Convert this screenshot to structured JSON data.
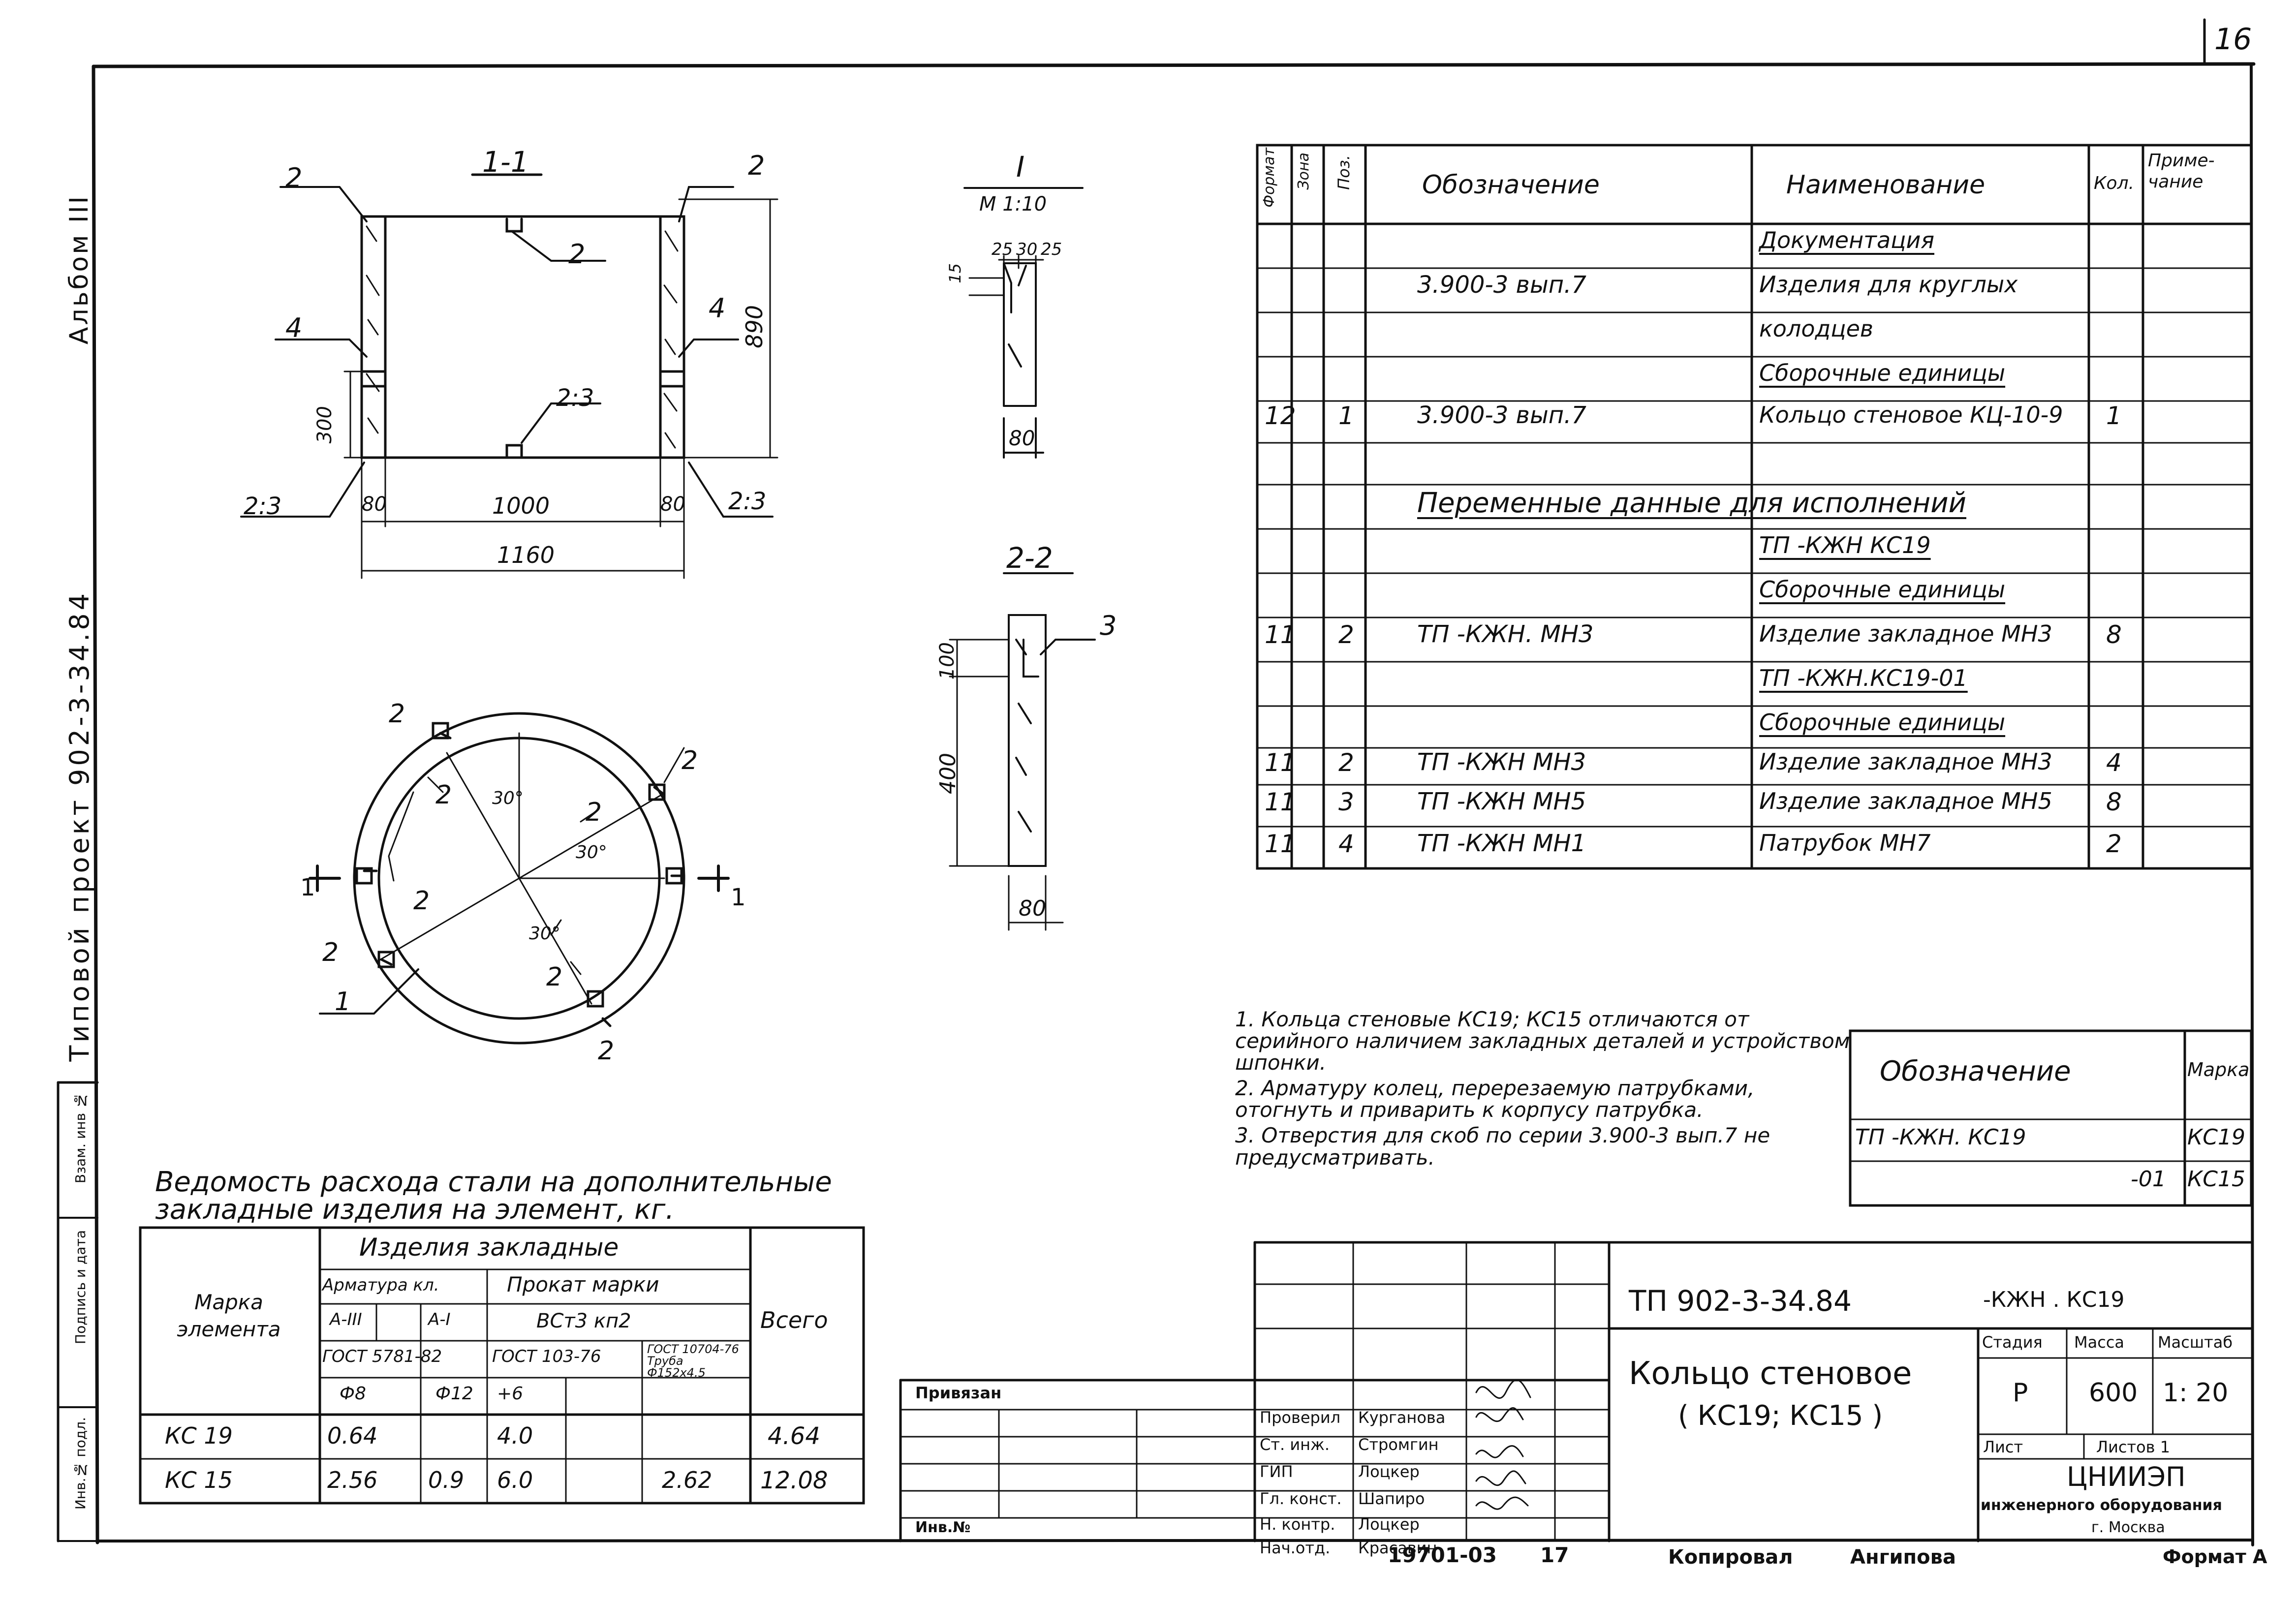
{
  "page_number": "16",
  "left_margin": {
    "album": "Альбом III",
    "project": "Типовой проект 902-3-34.84",
    "stamp_cells": [
      "Инв.№ подл.",
      "Подпись и дата",
      "Взам. инв №"
    ]
  },
  "sections": {
    "s1": "1-1",
    "s2": "2-2",
    "detail": "I",
    "detail_scale": "М 1:10"
  },
  "section11": {
    "callouts": [
      "2",
      "2",
      "2",
      "4",
      "4",
      "2:3",
      "2:3",
      "2:3"
    ],
    "dims": {
      "wall_left": "80",
      "inner": "1000",
      "wall_right": "80",
      "overall": "1160",
      "height": "890",
      "low": "300"
    }
  },
  "detail_I": {
    "dims": [
      "25",
      "30",
      "25",
      "15",
      "80"
    ]
  },
  "section22": {
    "callout": "3",
    "dims": [
      "100",
      "400",
      "80"
    ]
  },
  "plan": {
    "callouts": [
      "2",
      "2",
      "2",
      "2",
      "2",
      "2",
      "2",
      "2",
      "1"
    ],
    "angles": [
      "30°",
      "30°",
      "30°"
    ],
    "cut_marks": [
      "1",
      "1"
    ]
  },
  "spec_table": {
    "headers": {
      "format": "Формат",
      "zone": "Зона",
      "pos": "Поз.",
      "designation": "Обозначение",
      "name": "Наименование",
      "qty": "Кол.",
      "note": "Приме-чание"
    },
    "rows": [
      {
        "format": "",
        "pos": "",
        "designation": "",
        "name": "Документация",
        "qty": "",
        "u": true
      },
      {
        "format": "",
        "pos": "",
        "designation": "3.900-3 вып.7",
        "name": "Изделия для круглых",
        "qty": ""
      },
      {
        "format": "",
        "pos": "",
        "designation": "",
        "name": "колодцев",
        "qty": ""
      },
      {
        "format": "",
        "pos": "",
        "designation": "",
        "name": "Сборочные единицы",
        "qty": "",
        "u": true
      },
      {
        "format": "12",
        "pos": "1",
        "designation": "3.900-3 вып.7",
        "name": "Кольцо стеновое КЦ-10-9",
        "qty": "1"
      },
      {
        "format": "",
        "pos": "",
        "designation": "",
        "name": "",
        "qty": ""
      },
      {
        "format": "",
        "pos": "",
        "designation": "Переменные данные для исполнений",
        "name": "",
        "qty": "",
        "wide": true
      },
      {
        "format": "",
        "pos": "",
        "designation": "",
        "name": "ТП -КЖН КС19",
        "qty": "",
        "u": true
      },
      {
        "format": "",
        "pos": "",
        "designation": "",
        "name": "Сборочные единицы",
        "qty": "",
        "u": true
      },
      {
        "format": "11",
        "pos": "2",
        "designation": "ТП -КЖН. МН3",
        "name": "Изделие закладное МН3",
        "qty": "8"
      },
      {
        "format": "",
        "pos": "",
        "designation": "",
        "name": "ТП -КЖН.КС19-01",
        "qty": "",
        "u": true
      },
      {
        "format": "",
        "pos": "",
        "designation": "",
        "name": "Сборочные единицы",
        "qty": "",
        "u": true
      },
      {
        "format": "11",
        "pos": "2",
        "designation": "ТП -КЖН МН3",
        "name": "Изделие закладное МН3",
        "qty": "4"
      },
      {
        "format": "11",
        "pos": "3",
        "designation": "ТП -КЖН МН5",
        "name": "Изделие закладное МН5",
        "qty": "8"
      },
      {
        "format": "11",
        "pos": "4",
        "designation": "ТП -КЖН МН1",
        "name": "Патрубок МН7",
        "qty": "2"
      }
    ]
  },
  "notes": [
    "1. Кольца стеновые КС19; КС15 отличаются от серийного наличием закладных деталей и устройством шпонки.",
    "2. Арматуру колец, перерезаемую патрубками, отогнуть и приварить к корпусу патрубка.",
    "3. Отверстия для скоб по серии 3.900-3 вып.7 не предусматривать."
  ],
  "mark_table": {
    "header": "Обозначение",
    "header_mark": "Марка",
    "rows": [
      {
        "designation": "ТП -КЖН. КС19",
        "mark": "КС19"
      },
      {
        "designation": "-01",
        "mark": "КС15"
      }
    ]
  },
  "steel_table": {
    "title": "Ведомость расхода стали на дополнительные закладные изделия на элемент, кг.",
    "h_mark": "Марка элемента",
    "h_items": "Изделия закладные",
    "h_rebar": "Арматура кл.",
    "h_rolled": "Прокат марки",
    "h_total": "Всего",
    "cls": [
      "А-III",
      "А-I",
      "ВСт3 кп2"
    ],
    "gost": [
      "ГОСТ 5781-82",
      "ГОСТ 103-76",
      "ГОСТ 10704-76 Труба Ф152х4.5"
    ],
    "dia": [
      "Ф8",
      "Ф12",
      "+6",
      ""
    ],
    "rows": [
      {
        "mark": "КС 19",
        "v": [
          "0.64",
          "",
          "4.0",
          "",
          ""
        ],
        "total": "4.64"
      },
      {
        "mark": "КС 15",
        "v": [
          "2.56",
          "0.9",
          "6.0",
          "",
          "2.62"
        ],
        "total": "12.08"
      }
    ]
  },
  "title_block": {
    "bound": "Привязан",
    "inv": "Инв.№",
    "roles": [
      "Проверил",
      "Ст. инж.",
      "ГИП",
      "Гл. конст.",
      "Н. контр.",
      "Нач.отд."
    ],
    "names": [
      "Курганова",
      "Стромгин",
      "Лоцкер",
      "Шапиро",
      "Лоцкер",
      "Красавин"
    ],
    "doc_code": "ТП 902-3-34.84",
    "doc_suffix": "-КЖН . КС19",
    "title_line1": "Кольцо стеновое",
    "title_line2": "( КС19; КС15 )",
    "stage_h": "Стадия",
    "mass_h": "Масса",
    "scale_h": "Масштаб",
    "stage": "Р",
    "mass": "600",
    "scale": "1: 20",
    "sheet": "Лист",
    "sheets": "Листов 1",
    "org1": "ЦНИИЭП",
    "org2": "инженерного оборудования",
    "org3": "г. Москва"
  },
  "footer": {
    "order": "19701-03",
    "num": "17",
    "copied": "Копировал",
    "copier": "Ангипова",
    "format": "Формат А"
  }
}
